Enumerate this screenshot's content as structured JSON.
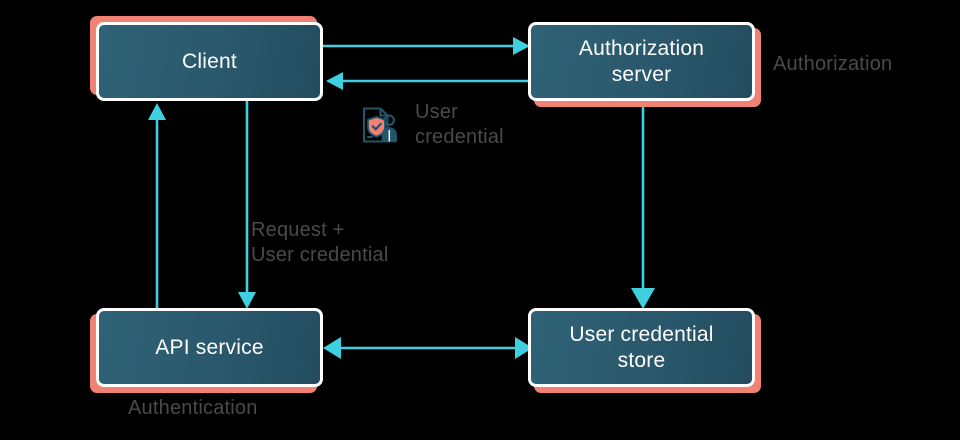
{
  "diagram": {
    "type": "flow-diagram",
    "background_color": "#000000",
    "accent_arrow_color": "#3ed0e0",
    "node_fill_color": "#2b5a6e",
    "node_border_color": "#ffffff",
    "node_shadow_color": "#f08273",
    "annotation_color": "#4a4a4a",
    "node_text_color": "#ffffff",
    "nodes": [
      {
        "id": "client",
        "label": "Client"
      },
      {
        "id": "authorization-server",
        "label": "Authorization\nserver"
      },
      {
        "id": "api-service",
        "label": "API service"
      },
      {
        "id": "user-credential-store",
        "label": "User credential\nstore"
      }
    ],
    "annotations": [
      {
        "id": "authorization",
        "text": "Authorization"
      },
      {
        "id": "user-credential",
        "text": "User\ncredential"
      },
      {
        "id": "request-user-credential",
        "text": "Request +\nUser credential"
      },
      {
        "id": "authentication",
        "text": "Authentication"
      }
    ],
    "icons": [
      {
        "id": "user-credential-icon",
        "name": "document-shield-user-icon"
      }
    ],
    "edges": [
      {
        "id": "client-to-auth",
        "from": "client",
        "to": "authorization-server",
        "direction": "forward"
      },
      {
        "id": "auth-to-client",
        "from": "authorization-server",
        "to": "client",
        "direction": "forward"
      },
      {
        "id": "api-to-client",
        "from": "api-service",
        "to": "client",
        "direction": "forward"
      },
      {
        "id": "client-to-api",
        "from": "client",
        "to": "api-service",
        "direction": "forward"
      },
      {
        "id": "auth-to-store",
        "from": "authorization-server",
        "to": "user-credential-store",
        "direction": "forward"
      },
      {
        "id": "api-to-store",
        "from": "api-service",
        "to": "user-credential-store",
        "direction": "bidirectional"
      }
    ]
  }
}
